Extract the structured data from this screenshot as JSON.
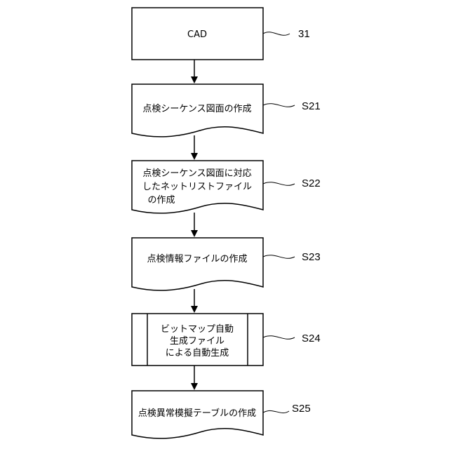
{
  "steps": [
    {
      "id": "cad",
      "lines": [
        "CAD"
      ],
      "ref": "31"
    },
    {
      "id": "s21",
      "lines": [
        "点検シーケンス図面の作成"
      ],
      "ref": "S21"
    },
    {
      "id": "s22",
      "lines": [
        "点検シーケンス図面に対応",
        "したネットリストファイル",
        "の作成"
      ],
      "ref": "S22"
    },
    {
      "id": "s23",
      "lines": [
        "点検情報ファイルの作成"
      ],
      "ref": "S23"
    },
    {
      "id": "s24",
      "lines": [
        "ビットマップ自動",
        "生成ファイル",
        "による自動生成"
      ],
      "ref": "S24"
    },
    {
      "id": "s25",
      "lines": [
        "点検異常模擬テーブルの作成"
      ],
      "ref": "S25"
    }
  ]
}
